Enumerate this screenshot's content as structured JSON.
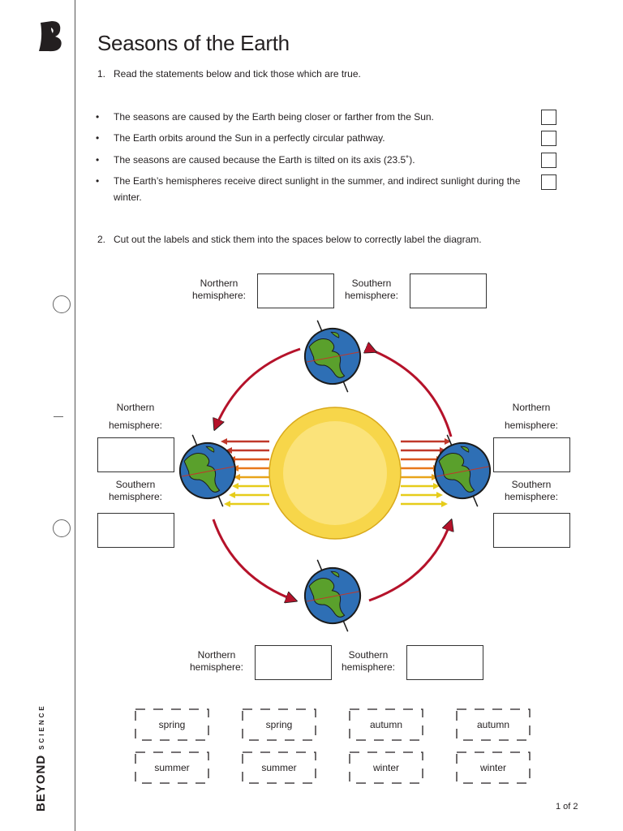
{
  "brand": {
    "name": "BEYOND",
    "sub": "SCIENCE"
  },
  "title": "Seasons of the Earth",
  "q1": {
    "number": "1.",
    "text": "Read the statements below and tick those which are true.",
    "statements": [
      {
        "bullet": "•",
        "text": "The seasons are caused by the Earth being closer or farther from the Sun."
      },
      {
        "bullet": "•",
        "text": "The Earth orbits around the Sun in a perfectly circular pathway."
      },
      {
        "bullet": "•",
        "text": "The seasons are caused because the Earth is tilted on its axis (23.5˚)."
      },
      {
        "bullet": "•",
        "text": "The Earth’s hemispheres receive direct sunlight in the summer, and indirect sunlight during the winter."
      }
    ]
  },
  "q2": {
    "number": "2.",
    "text": "Cut out the labels and stick them into the spaces below to correctly label the diagram."
  },
  "hemispheres": {
    "northern": "Northern",
    "northern_line2": "hemisphere:",
    "southern": "Southern",
    "southern_line2": "hemisphere:"
  },
  "labels": [
    "spring",
    "spring",
    "autumn",
    "autumn",
    "summer",
    "summer",
    "winter",
    "winter"
  ],
  "page": "1 of 2",
  "colors": {
    "sun_outer": "#f7d64a",
    "sun_inner": "#fbe37a",
    "ocean": "#2e6fb5",
    "land": "#5aa02c",
    "orbit_arrow": "#b5122a"
  }
}
